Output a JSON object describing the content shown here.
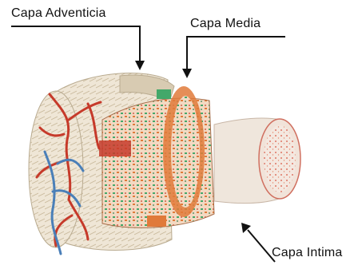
{
  "labels": {
    "adventicia": "Capa Adventicia",
    "media": "Capa Media",
    "intima": "Capa Intima"
  },
  "colors": {
    "adventicia_fill": "#efe6d6",
    "adventicia_stroke": "#b9ab90",
    "artery_red": "#c63a2a",
    "vein_blue": "#4a7fb8",
    "media_green": "#43a86a",
    "media_orange": "#e07a3a",
    "intima_fill": "#f4e8e0",
    "intima_dots": "#d8533f",
    "lines": "#111111"
  }
}
